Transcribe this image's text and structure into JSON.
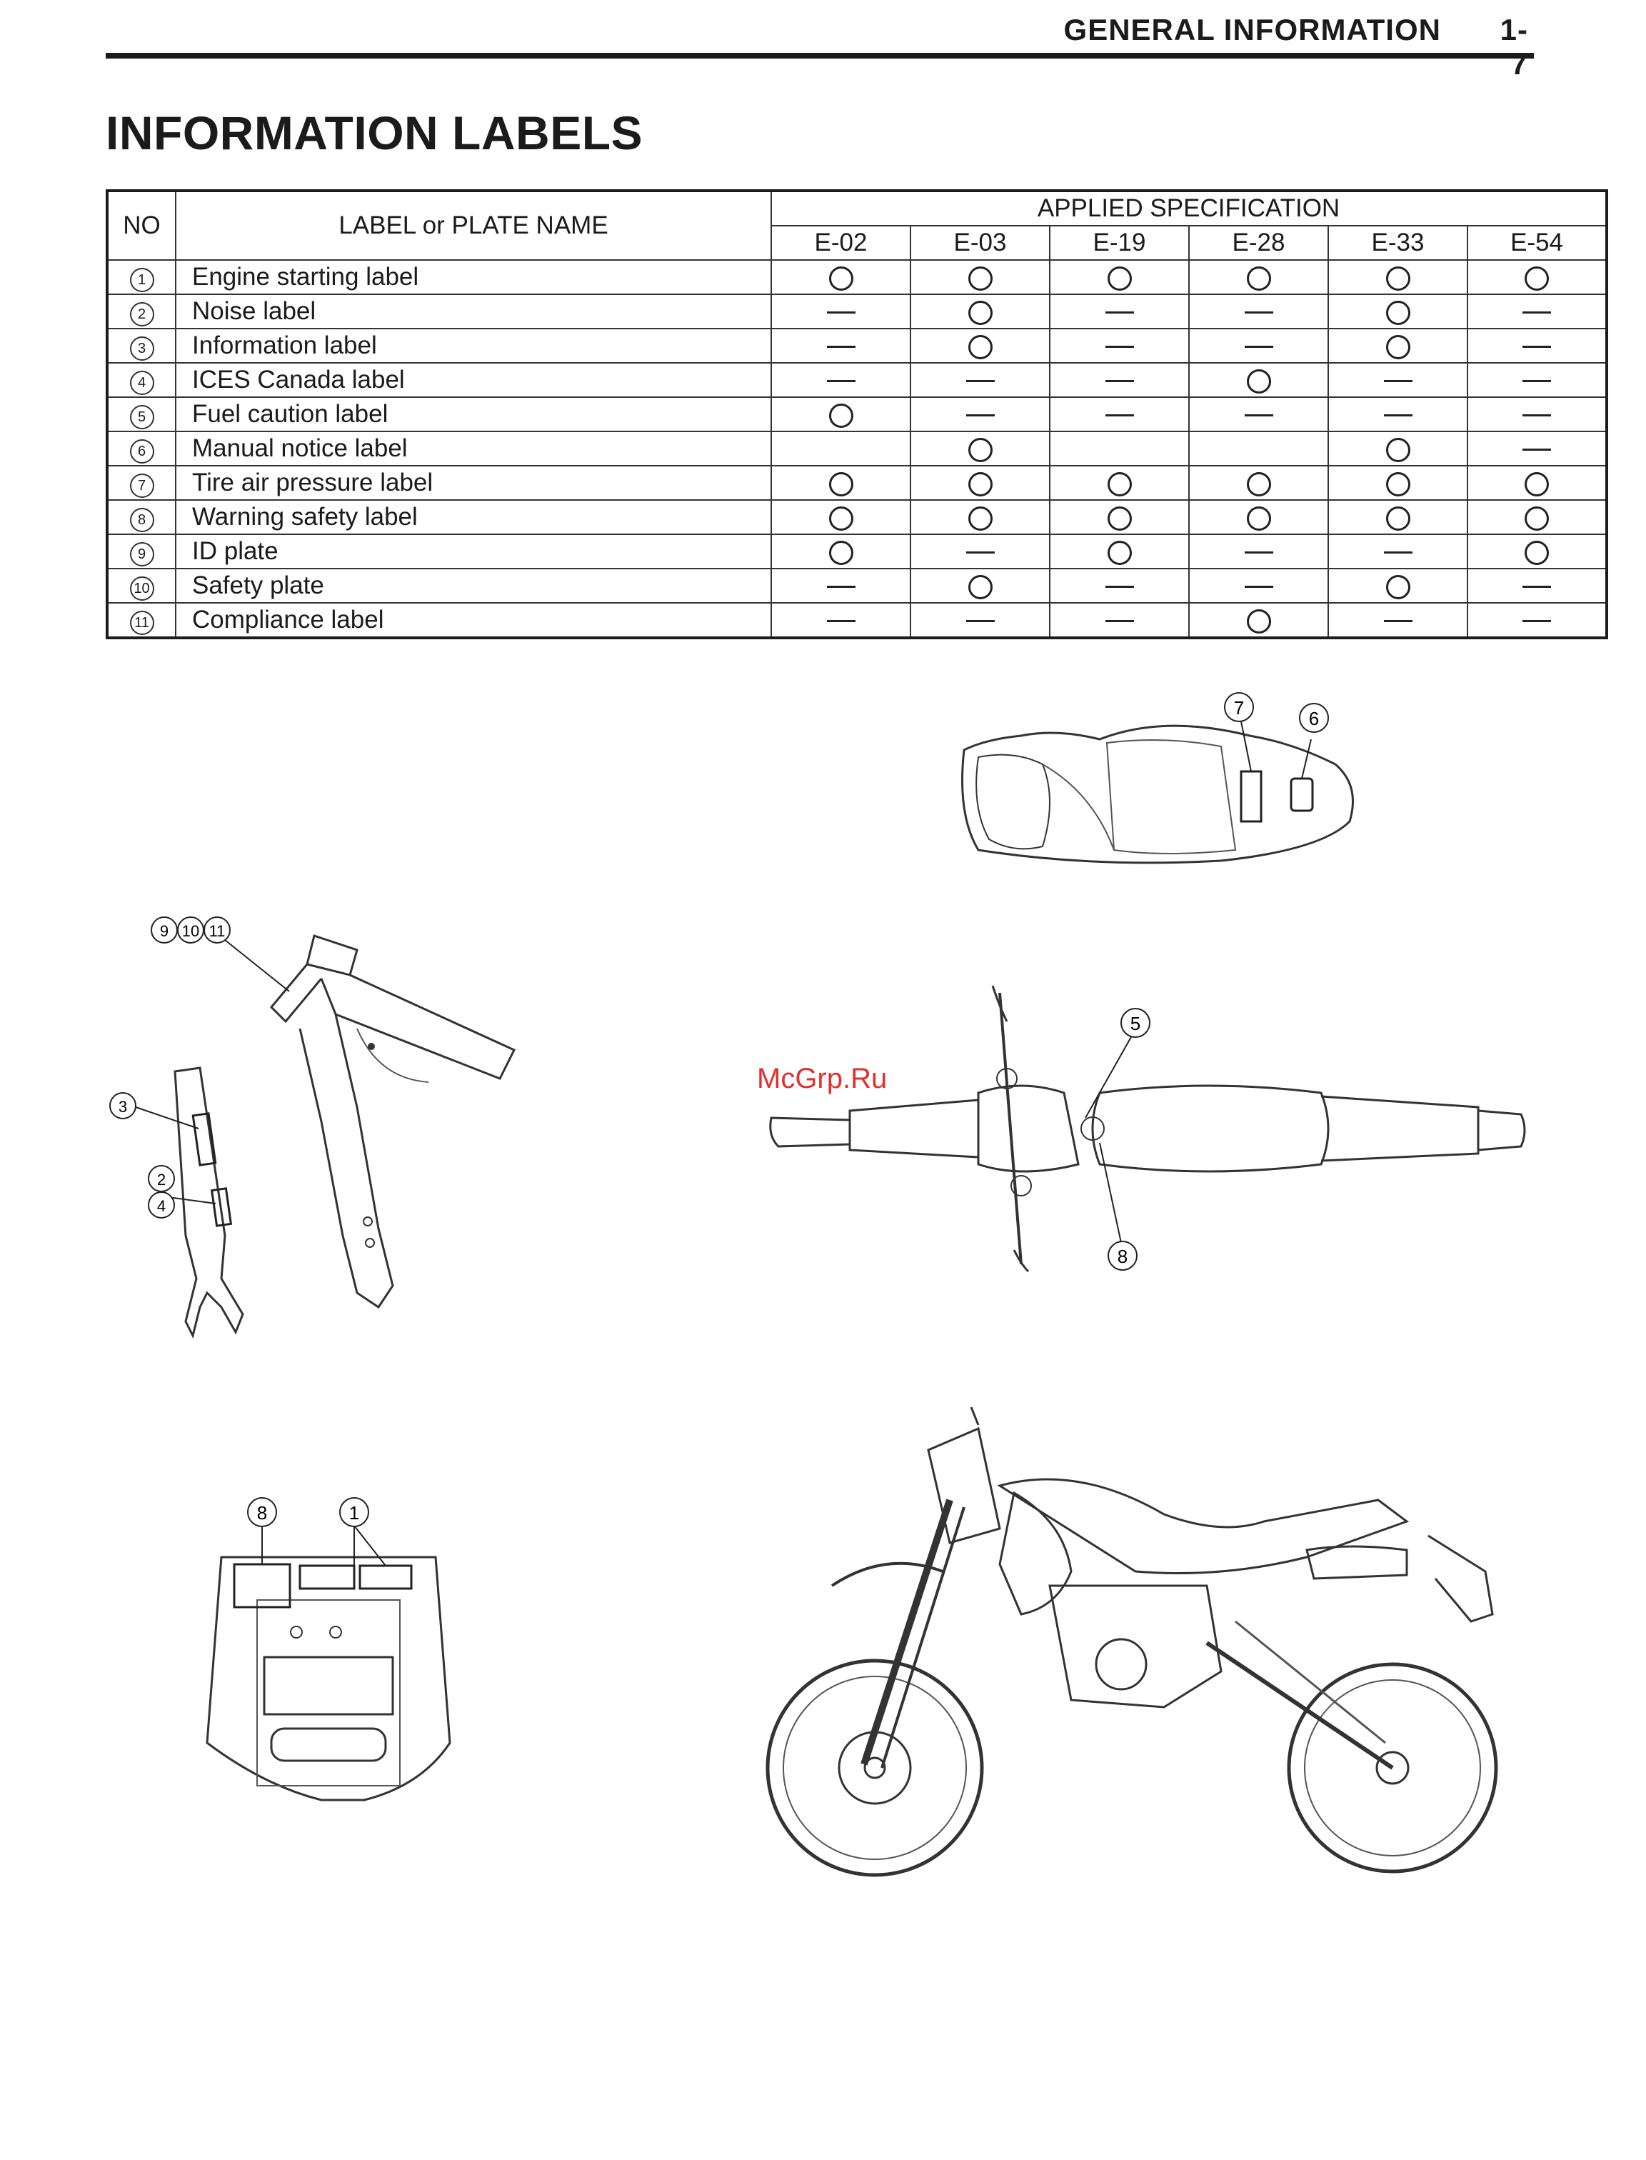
{
  "header": {
    "section": "GENERAL INFORMATION",
    "page": "1-7"
  },
  "title": "INFORMATION LABELS",
  "table": {
    "col_no": "NO",
    "col_name": "LABEL or PLATE NAME",
    "group_header": "APPLIED SPECIFICATION",
    "specs": [
      "E-02",
      "E-03",
      "E-19",
      "E-28",
      "E-33",
      "E-54"
    ],
    "rows": [
      {
        "no": "1",
        "name": "Engine starting label",
        "marks": [
          "circle",
          "circle",
          "circle",
          "circle",
          "circle",
          "circle"
        ]
      },
      {
        "no": "2",
        "name": "Noise label",
        "marks": [
          "dash",
          "circle",
          "dash",
          "dash",
          "circle",
          "dash"
        ]
      },
      {
        "no": "3",
        "name": "Information label",
        "marks": [
          "dash",
          "circle",
          "dash",
          "dash",
          "circle",
          "dash"
        ]
      },
      {
        "no": "4",
        "name": "ICES Canada label",
        "marks": [
          "dash",
          "dash",
          "dash",
          "circle",
          "dash",
          "dash"
        ]
      },
      {
        "no": "5",
        "name": "Fuel caution label",
        "marks": [
          "circle",
          "dash",
          "dash",
          "dash",
          "dash",
          "dash"
        ]
      },
      {
        "no": "6",
        "name": "Manual notice label",
        "marks": [
          "blank",
          "circle",
          "blank",
          "blank",
          "circle",
          "dash"
        ]
      },
      {
        "no": "7",
        "name": "Tire air pressure label",
        "marks": [
          "circle",
          "circle",
          "circle",
          "circle",
          "circle",
          "circle"
        ]
      },
      {
        "no": "8",
        "name": "Warning safety label",
        "marks": [
          "circle",
          "circle",
          "circle",
          "circle",
          "circle",
          "circle"
        ]
      },
      {
        "no": "9",
        "name": "ID plate",
        "marks": [
          "circle",
          "dash",
          "circle",
          "dash",
          "dash",
          "circle"
        ]
      },
      {
        "no": "10",
        "name": "Safety plate",
        "marks": [
          "dash",
          "circle",
          "dash",
          "dash",
          "circle",
          "dash"
        ]
      },
      {
        "no": "11",
        "name": "Compliance label",
        "marks": [
          "dash",
          "dash",
          "dash",
          "circle",
          "dash",
          "dash"
        ]
      }
    ]
  },
  "callouts": {
    "fender": [
      "7",
      "6"
    ],
    "frame_top": [
      "9",
      "10",
      "11"
    ],
    "frame_side": [
      "3",
      "2",
      "4"
    ],
    "topview": [
      "5",
      "8"
    ],
    "headlight": [
      "8",
      "1"
    ]
  },
  "watermark": "McGrp.Ru"
}
